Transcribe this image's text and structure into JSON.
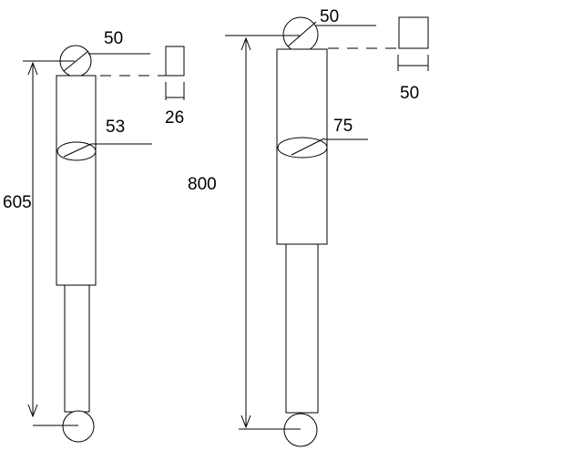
{
  "left_shock": {
    "eye_diameter_label": "50",
    "eye_width_label": "26",
    "body_diameter_label": "53",
    "length_label": "605"
  },
  "right_shock": {
    "eye_diameter_label": "50",
    "eye_width_label": "50",
    "body_diameter_label": "75",
    "length_label": "800"
  }
}
